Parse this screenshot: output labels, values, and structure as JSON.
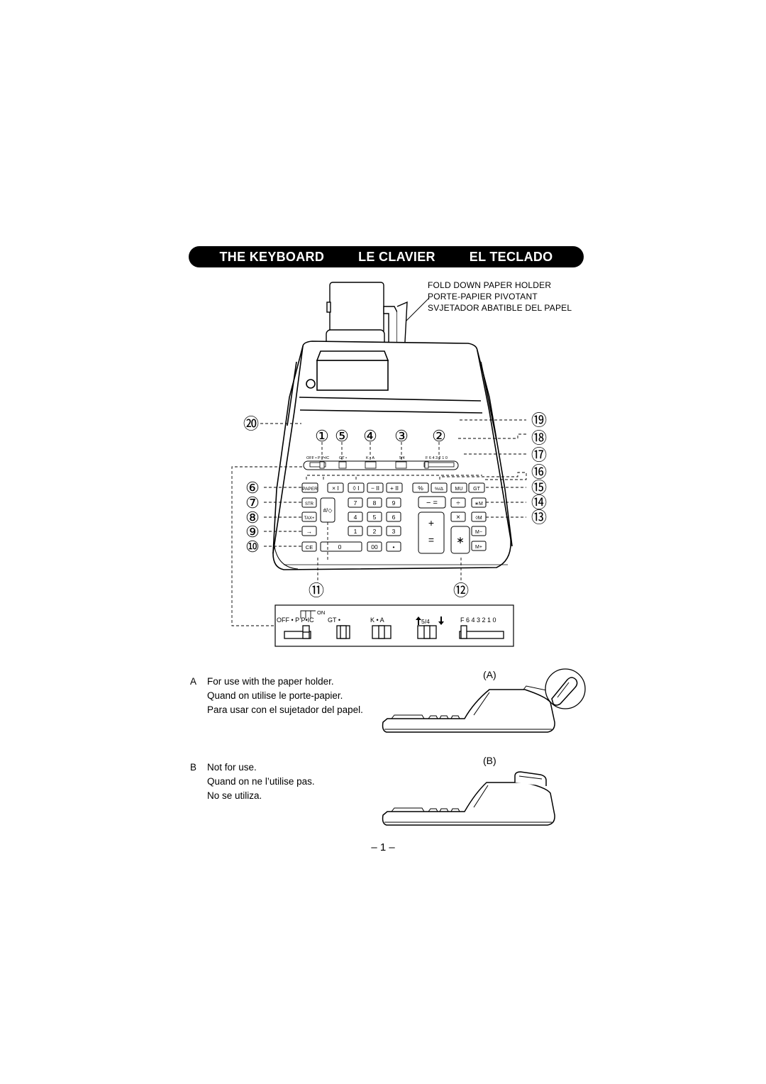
{
  "header": {
    "title_en": "THE KEYBOARD",
    "title_fr": "LE CLAVIER",
    "title_es": "EL TECLADO"
  },
  "paper_holder": {
    "line_en": "FOLD DOWN PAPER HOLDER",
    "line_fr": "PORTE-PAPIER PIVOTANT",
    "line_es": "SVJETADOR ABATIBLE DEL PAPEL"
  },
  "callouts": {
    "c1": "①",
    "c2": "②",
    "c3": "③",
    "c4": "④",
    "c5": "⑤",
    "c6": "⑥",
    "c7": "⑦",
    "c8": "⑧",
    "c9": "⑨",
    "c10": "⑩",
    "c11": "⑪",
    "c12": "⑫",
    "c13": "⑬",
    "c14": "⑭",
    "c15": "⑮",
    "c16": "⑯",
    "c17": "⑰",
    "c18": "⑱",
    "c19": "⑲",
    "c20": "⑳"
  },
  "switches": {
    "power": "OFF  •  P  P•IC",
    "on": "ON",
    "gt": "GT •",
    "ka": "K  •  A",
    "rounding": "5/4",
    "decimal": "F  6  4  3  2  1  0"
  },
  "keys": {
    "row1": [
      "PAPER",
      "× I",
      "◊ I",
      "− II",
      "+ II",
      "%",
      "%/Δ",
      "MU",
      "GT"
    ],
    "seven": "7",
    "eight": "8",
    "nine": "9",
    "four": "4",
    "five": "5",
    "six": "6",
    "one": "1",
    "two": "2",
    "three": "3",
    "zero": "0",
    "double_zero": "00",
    "decimal": "•",
    "str": "STR",
    "tax": "TAX+",
    "arrow": "→",
    "ce": "CE",
    "hash": "#/◇",
    "minus_eq": "− =",
    "divide": "÷",
    "times": "×",
    "plus": "+",
    "equals": "=",
    "asterisk": "∗",
    "star_m": "∗M",
    "diamond_m": "◊M",
    "m_minus": "M−",
    "m_plus": "M+"
  },
  "section_a": {
    "letter": "A",
    "line_en": "For use with the paper holder.",
    "line_fr": "Quand on utilise le porte-papier.",
    "line_es": "Para usar con el sujetador del papel.",
    "figure_label": "(A)"
  },
  "section_b": {
    "letter": "B",
    "line_en": "Not for use.",
    "line_fr": "Quand on ne l’utilise pas.",
    "line_es": "No se utiliza.",
    "figure_label": "(B)"
  },
  "footer": {
    "page": "– 1 –"
  }
}
